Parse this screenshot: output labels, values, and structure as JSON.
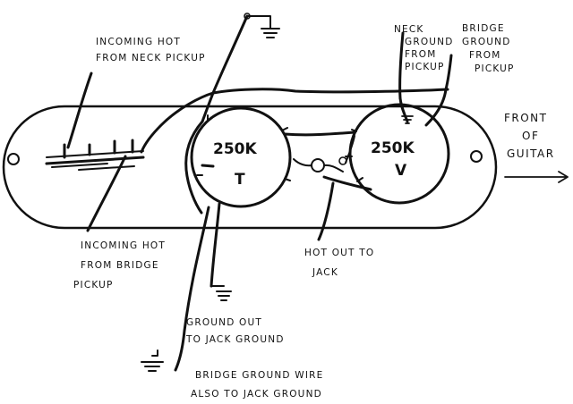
{
  "labels": {
    "neck_pickup": [
      "INCOMING HOT",
      "FROM NECK PICKUP"
    ],
    "bridge_pickup": [
      "INCOMING HOT",
      "FROM BRIDGE",
      "PICKUP"
    ],
    "neck_ground": [
      "NECK",
      "GROUND",
      "FROM",
      "PICKUP"
    ],
    "bridge_ground": [
      "BRIDGE",
      "GROUND",
      "FROM",
      "PICKUP"
    ],
    "front": [
      "FRONT",
      "OF",
      "GUITAR"
    ],
    "hot_out": [
      "HOT OUT TO",
      "JACK"
    ],
    "ground_out": [
      "GROUND OUT",
      "TO JACK GROUND"
    ],
    "bridge_ground_wire": [
      "BRIDGE GROUND WIRE",
      "ALSO TO JACK GROUND"
    ]
  },
  "pots": {
    "tone": {
      "value": "250K",
      "letter": "T"
    },
    "volume": {
      "value": "250K",
      "letter": "V"
    }
  }
}
